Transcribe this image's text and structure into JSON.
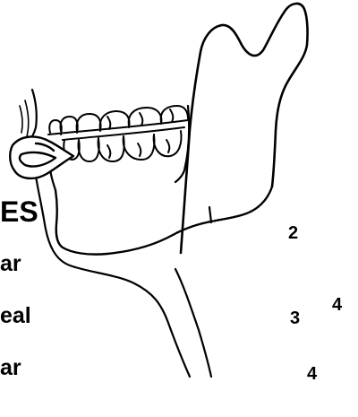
{
  "labels": {
    "es": "ES",
    "ar_1": "ar",
    "eal": "eal",
    "ar_2": "ar"
  },
  "numbers": {
    "n2": "2",
    "n4_a": "4",
    "n3": "3",
    "n4_b": "4"
  }
}
